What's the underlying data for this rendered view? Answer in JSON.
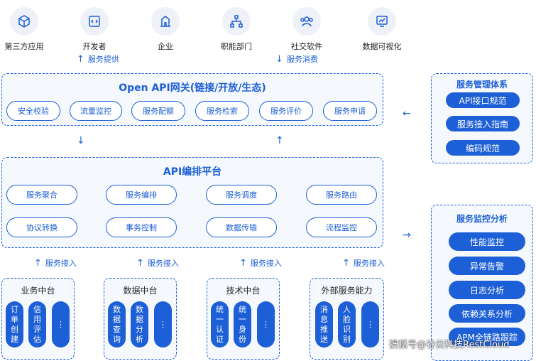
{
  "consumers": [
    {
      "label": "第三方应用",
      "icon": "cube-icon"
    },
    {
      "label": "开发者",
      "icon": "code-window-icon"
    },
    {
      "label": "企业",
      "icon": "building-icon"
    },
    {
      "label": "职能部门",
      "icon": "org-chart-icon"
    },
    {
      "label": "社交软件",
      "icon": "users-icon"
    },
    {
      "label": "数据可视化",
      "icon": "chart-screen-icon"
    }
  ],
  "flows": {
    "provide": "服务提供",
    "consume": "服务消费",
    "access": "服务接入"
  },
  "gateway": {
    "title": "Open API网关(链接/开放/生态)",
    "items": [
      "安全校验",
      "流量监控",
      "服务配额",
      "服务检索",
      "服务评价",
      "服务申请"
    ]
  },
  "orchestration": {
    "title": "API编排平台",
    "items": [
      "服务聚合",
      "服务编排",
      "服务调度",
      "服务路由",
      "协议转换",
      "事务控制",
      "数据传输",
      "流程监控"
    ]
  },
  "management": {
    "title": "服务管理体系",
    "items": [
      "API接口规范",
      "服务接入指南",
      "编码规范"
    ]
  },
  "monitoring": {
    "title": "服务监控分析",
    "items": [
      "性能监控",
      "异常告警",
      "日志分析",
      "依赖关系分析",
      "APM全链路跟踪"
    ]
  },
  "platforms": [
    {
      "title": "业务中台",
      "items": [
        "订单创建",
        "信用评估",
        "⋮"
      ]
    },
    {
      "title": "数据中台",
      "items": [
        "数据查询",
        "数据分析",
        "⋮"
      ]
    },
    {
      "title": "技术中台",
      "items": [
        "统一认证",
        "统一身份",
        "⋮"
      ]
    },
    {
      "title": "外部服务能力",
      "items": [
        "消息推送",
        "人脸识别",
        "⋮"
      ]
    }
  ],
  "watermark": "搜狐号@谷云科技RestCloud"
}
